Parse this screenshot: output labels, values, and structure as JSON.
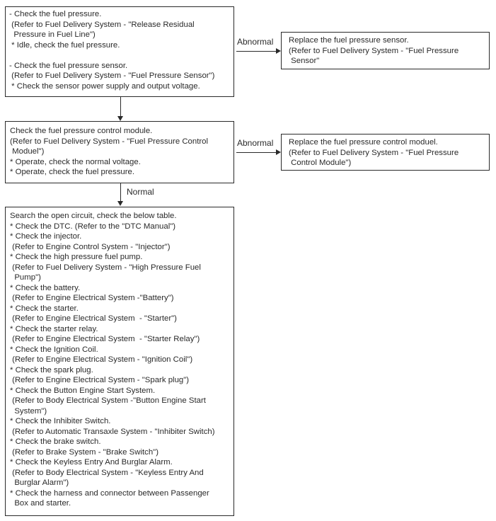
{
  "diagram": {
    "type": "flowchart",
    "background_color": "#ffffff",
    "line_color": "#2a2a2a",
    "text_color": "#2a2a2a"
  },
  "labels": {
    "abnormal_1": "Abnormal",
    "abnormal_2": "Abnormal",
    "normal": "Normal"
  },
  "boxes": {
    "check_fuel_pressure": {
      "lines": [
        "- Check the fuel pressure.",
        " (Refer to Fuel Delivery System - \"Release Residual",
        "  Pressure in Fuel Line\")",
        " * Idle, check the fuel pressure.",
        "",
        "- Check the fuel pressure sensor.",
        " (Refer to Fuel Delivery System - \"Fuel Pressure Sensor\")",
        " * Check the sensor power supply and output voltage."
      ]
    },
    "replace_fuel_pressure_sensor": {
      "lines": [
        "Replace the fuel pressure sensor.",
        "(Refer to Fuel Delivery System - \"Fuel Pressure",
        " Sensor\""
      ]
    },
    "check_fuel_pressure_control_module": {
      "lines": [
        "Check the fuel pressure control module.",
        "(Refer to Fuel Delivery System - \"Fuel Pressure Control",
        " Moduel\")",
        "* Operate, check the normal voltage.",
        "* Operate, check the fuel pressure."
      ]
    },
    "replace_fuel_pressure_control_module": {
      "lines": [
        "Replace the fuel pressure control moduel.",
        "(Refer to Fuel Delivery System - \"Fuel Pressure",
        " Control Module\")"
      ]
    },
    "search_open_circuit": {
      "lines": [
        "Search the open circuit, check the below table.",
        "* Check the DTC. (Refer to the \"DTC Manual\")",
        "* Check the injector.",
        " (Refer to Engine Control System - \"Injector\")",
        "* Check the high pressure fuel pump.",
        " (Refer to Fuel Delivery System - \"High Pressure Fuel",
        "  Pump\")",
        "* Check the battery.",
        " (Refer to Engine Electrical System -\"Battery\")",
        "* Check the starter.",
        " (Refer to Engine Electrical System  - \"Starter\")",
        "* Check the starter relay.",
        " (Refer to Engine Electrical System  - \"Starter Relay\")",
        "* Check the Ignition Coil.",
        " (Refer to Engine Electrical System - \"Ignition Coil\")",
        "* Check the spark plug.",
        " (Refer to Engine Electrical System - \"Spark plug\")",
        "* Check the Button Engine Start System.",
        " (Refer to Body Electrical System -\"Button Engine Start",
        "  System\")",
        "* Check the Inhibiter Switch.",
        " (Refer to Automatic Transaxle System - \"Inhibiter Switch)",
        "* Check the brake switch.",
        " (Refer to Brake System - \"Brake Switch\")",
        "* Check the Keyless Entry And Burglar Alarm.",
        " (Refer to Body Electrical System - \"Keyless Entry And",
        "  Burglar Alarm\")",
        "* Check the harness and connector between Passenger",
        "  Box and starter."
      ]
    }
  }
}
